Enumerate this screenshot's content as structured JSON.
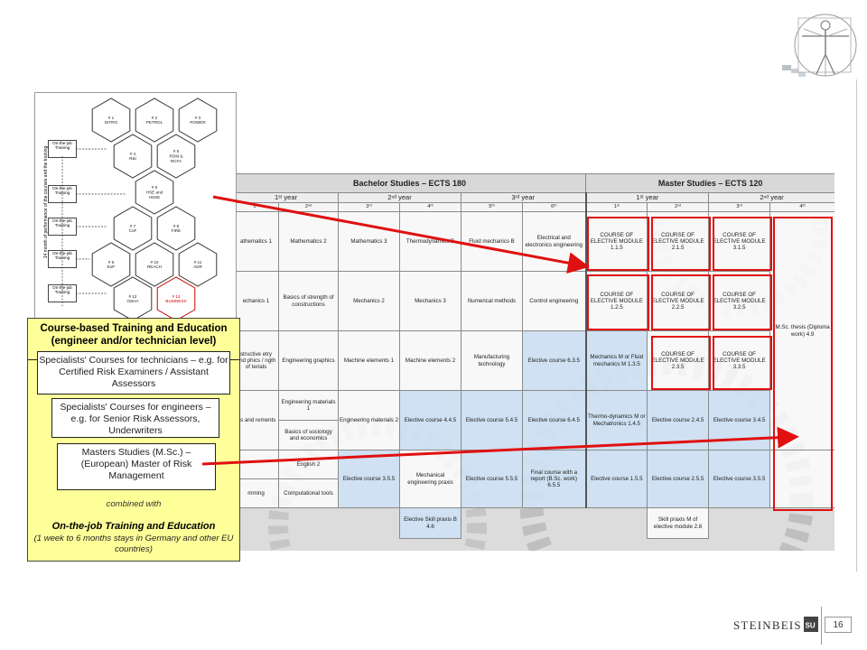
{
  "table": {
    "bachelor_title": "Bachelor Studies – ECTS 180",
    "master_title": "Master Studies – ECTS 120",
    "years": [
      "1ˢᵗ year",
      "2ⁿᵈ year",
      "3ʳᵈ year",
      "1ˢᵗ year",
      "2ⁿᵈ year"
    ],
    "semesters": [
      "1ˢᵗ",
      "2ⁿᵈ",
      "3ʳᵈ",
      "4ᵗʰ",
      "5ᵗʰ",
      "6ᵗʰ",
      "1ˢᵗ",
      "2ⁿᵈ",
      "3ʳᵈ",
      "4ᵗʰ"
    ],
    "b1": [
      "athematics 1",
      "Mathematics 2",
      "Mathematics 3",
      "Thermodynamics B",
      "Fluid mechanics B",
      "Electrical and electronics engineering"
    ],
    "b2": [
      "echanics 1",
      "Basics of strength of constructions",
      "Mechanics 2",
      "Mechanics 3",
      "Numerical methods",
      "Control engineering"
    ],
    "b3": [
      "structive etry and phics / ngth of terials",
      "Engineering graphics",
      "Machine elements 1",
      "Machine elements 2",
      "Manufacturing technology",
      "Elective course 6.3.5"
    ],
    "b4": [
      "ics and rements",
      "Engineering materials 1",
      "Basics of sociology and economics",
      "Engineering materials 2",
      "Elective course 4.4.5",
      "Elective course 5.4.5",
      "Elective course 6.4.5"
    ],
    "b5": [
      "",
      "English 2",
      "Computational tools",
      "mming",
      "Elective course 3.5.5",
      "Mechanical engineering praxis",
      "Elective course 5.5.5",
      "Final course with a report (B.Sc. work) 6.5.5"
    ],
    "b6": "Elective Skill praxis B 4.6",
    "m1": [
      "COURSE OF ELECTIVE MODULE 1.1.5",
      "COURSE OF ELECTIVE MODULE 2.1.5",
      "COURSE OF ELECTIVE MODULE 3.1.5"
    ],
    "m2": [
      "COURSE OF ELECTIVE MODULE 1.2.5",
      "COURSE OF ELECTIVE MODULE 2.2.5",
      "COURSE OF ELECTIVE MODULE 3.2.5"
    ],
    "m3": [
      "Mechanics M or Fluid mechanics M 1.3.5",
      "COURSE OF ELECTIVE MODULE 2.3.5",
      "COURSE OF ELECTIVE MODULE 3.3.5"
    ],
    "m4": [
      "Thermo-dynamics M or Mechatronics 1.4.5",
      "Elective course 2.4.5",
      "Elective course 3.4.5"
    ],
    "m5": [
      "Elective course 1.5.5",
      "Elective course 2.5.5",
      "Elective course 3.5.5"
    ],
    "m6": "Skill praxis M of elective module 2.8",
    "thesis": "M.Sc. thesis (Diploma work) 4.9"
  },
  "hex": {
    "side_text": "14 month of performance of the courses and the training",
    "cells": [
      "# 1 INTRO",
      "# 2 PETROL",
      "# 3 POWER",
      "# 4 R&I",
      "# 5 ROM & RCFA",
      "# 6 HSE and HSSE",
      "# 7 CoF",
      "# 8 FIRE",
      "# 9 ExP",
      "# 10 REACH",
      "# 11 ADR",
      "# 12 OSHA",
      "# 13 BUSINESS"
    ],
    "ojt": [
      "On-the-job Training",
      "On-the-job Training",
      "On-the-job Training",
      "On-the-job Training",
      "On-the-job Training"
    ]
  },
  "panel": {
    "heading": "Course-based Training and Education (engineer and/or technician level)",
    "box1": "Specialists' Courses for technicians – e.g. for Certified Risk Examiners / Assistant Assessors",
    "box2": "Specialists' Courses for engineers – e.g. for Senior Risk Assessors, Underwriters",
    "box3": "Masters Studies (M.Sc.) – (European) Master of Risk Management",
    "combined": "combined with",
    "ojt_title": "On-the-job Training and Education",
    "ojt_sub": "(1 week to 6 months stays in Germany and other EU countries)"
  },
  "footer": {
    "brand": "STEINBEIS",
    "brand_mark": "SU",
    "page_number": "16"
  },
  "colors": {
    "highlight_red": "#e01010",
    "panel_yellow": "#ffff99",
    "elective_blue": "#cde1f3",
    "hex_business_red": "#cc0000"
  }
}
